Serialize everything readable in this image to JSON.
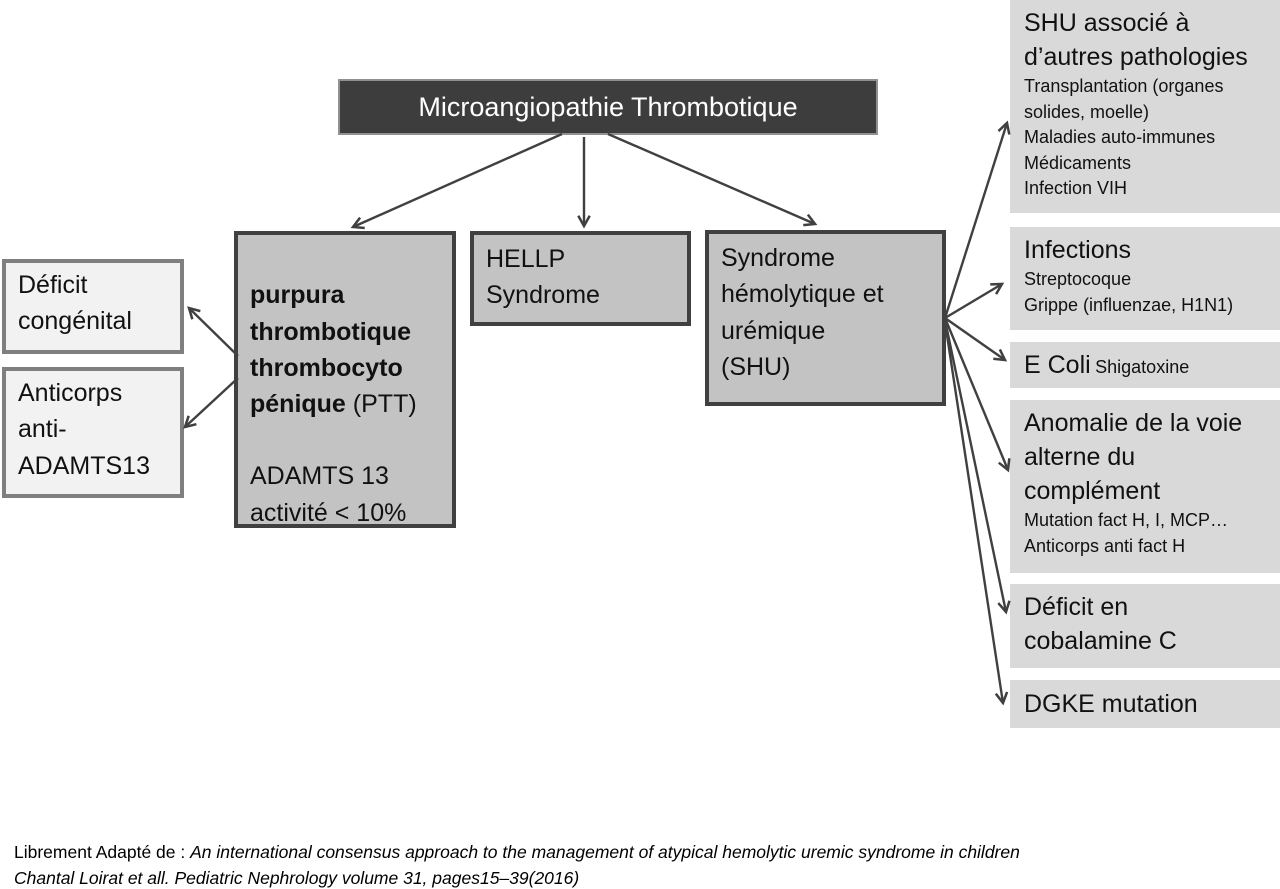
{
  "root": {
    "title": "Microangiopathie Thrombotique"
  },
  "branches": {
    "ptt": {
      "name_bold": "purpura\nthrombotique\nthrombocyto\npénique",
      "name_suffix": "(PTT)",
      "detail": "ADAMTS 13\nactivité < 10%"
    },
    "hellp": {
      "label": "HELLP\nSyndrome"
    },
    "shu": {
      "label": "Syndrome\nhémolytique et\nurémique\n(SHU)"
    }
  },
  "ptt_causes": [
    {
      "label": "Déficit\ncongénital"
    },
    {
      "label": "Anticorps\nanti-\nADAMTS13"
    }
  ],
  "shu_causes": [
    {
      "title": "SHU associé à\nd’autres pathologies",
      "details": [
        "Transplantation (organes solides, moelle)",
        "Maladies auto-immunes",
        "Médicaments",
        "Infection VIH"
      ]
    },
    {
      "title": "Infections",
      "details": [
        "Streptocoque",
        "Grippe (influenzae, H1N1)"
      ]
    },
    {
      "title": "E Coli",
      "title_suffix": "Shigatoxine"
    },
    {
      "title": "Anomalie de la voie\nalterne du\ncomplément",
      "details": [
        "Mutation fact H, I, MCP…",
        "Anticorps anti fact H"
      ]
    },
    {
      "title": "Déficit en\ncobalamine C"
    },
    {
      "title": "DGKE mutation"
    }
  ],
  "footer": {
    "prefix": "Librement Adapté de : ",
    "citation_line1": "An international consensus approach to the management of atypical hemolytic uremic syndrome in children",
    "citation_line2": "Chantal Loirat et all. Pediatric Nephrology volume 31, pages15–39(2016)"
  },
  "colors": {
    "root_fill": "#3d3d3d",
    "root_text": "#ffffff",
    "branch_fill": "#c3c3c3",
    "branch_border": "#404040",
    "left_fill": "#f2f2f2",
    "left_border": "#7f7f7f",
    "right_fill": "#d9d9d9",
    "arrow": "#404040"
  }
}
